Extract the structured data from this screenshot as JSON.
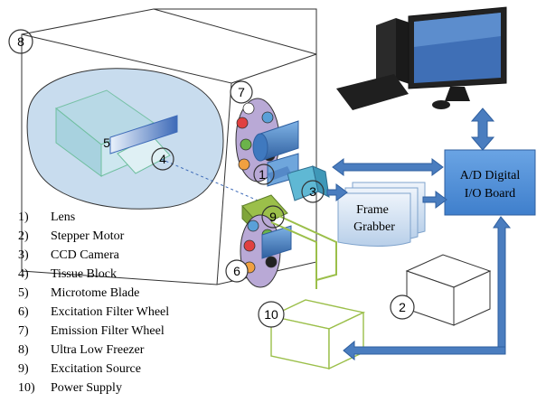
{
  "diagram": {
    "components": [
      {
        "no": "1)",
        "name": "Lens"
      },
      {
        "no": "2)",
        "name": "Stepper Motor"
      },
      {
        "no": "3)",
        "name": "CCD Camera"
      },
      {
        "no": "4)",
        "name": "Tissue Block"
      },
      {
        "no": "5)",
        "name": "Microtome Blade"
      },
      {
        "no": "6)",
        "name": "Excitation Filter Wheel"
      },
      {
        "no": "7)",
        "name": "Emission Filter Wheel"
      },
      {
        "no": "8)",
        "name": "Ultra Low Freezer"
      },
      {
        "no": "9)",
        "name": "Excitation Source"
      },
      {
        "no": "10)",
        "name": "Power Supply"
      }
    ],
    "callouts": {
      "lens": "1",
      "stepper_motor": "2",
      "ccd_camera": "3",
      "tissue_block": "4",
      "blade": "5",
      "excitation_wheel": "6",
      "emission_wheel": "7",
      "freezer": "8",
      "excitation_source": "9",
      "power_supply": "10"
    },
    "boxes": {
      "io_board_line1": "A/D Digital",
      "io_board_line2": "I/O Board",
      "frame_grabber_line1": "Frame",
      "frame_grabber_line2": "Grabber"
    },
    "colors": {
      "arrow_blue": "#4a7dbf",
      "board_blue": "#4f8fd6",
      "wheel_purple": "#b9a9d6",
      "source_green": "#9bbf4a",
      "freezer_fill": "#c8dcee",
      "tissue_fill": "#b7d9e6"
    }
  }
}
